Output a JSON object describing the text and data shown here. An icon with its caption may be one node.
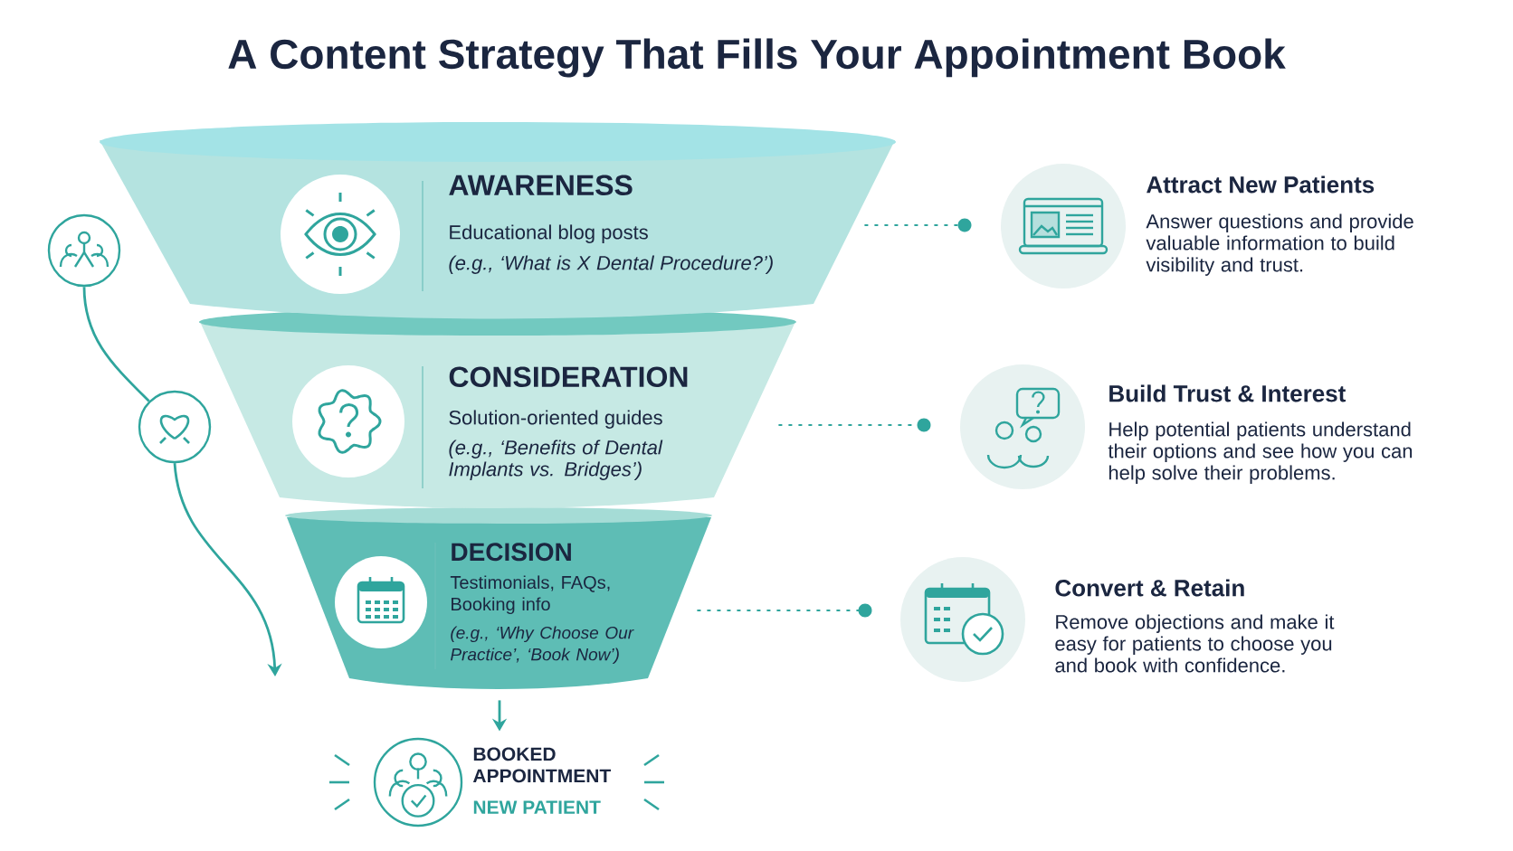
{
  "diagram": {
    "title": "A Content Strategy That Fills Your Appointment Book",
    "nodes": [
      {
        "text": [
          "AWARENESS",
          "Educational blog posts",
          "(e.g., ‘What is X Dental Procedure?’)"
        ]
      },
      {
        "text": [
          "CONSIDERATION",
          "Solution-oriented guides",
          "(e.g., ‘Benefits of Dental Implants vs. Bridges’)"
        ]
      },
      {
        "text": [
          "DECISION",
          "Testimonials, FAQs, Booking info",
          "(e.g., ‘Why Choose Our Practice’, ‘Book Now’)"
        ]
      },
      {
        "text": [
          "BOOKED APPOINTMENT",
          "NEW PATIENT"
        ]
      },
      {
        "text": [
          "Attract New Patients",
          "Answer questions and provide valuable information to build visibility and trust."
        ]
      },
      {
        "text": [
          "Build Trust & Interest",
          "Help potential patients understand their options and see how you can help solve their problems."
        ]
      },
      {
        "text": [
          "Convert & Retain",
          "Remove objections and make it easy for patients to choose you and book with confidence."
        ]
      },
      {
        "text": [],
        "shape": "circle"
      },
      {
        "text": [],
        "shape": "circle"
      }
    ],
    "edges": [
      {
        "from": 7,
        "to": 8,
        "arrow": "none"
      },
      {
        "from": 8,
        "to": null,
        "arrow": "to"
      },
      {
        "from": 0,
        "to": 4,
        "arrow": "other",
        "style": "dashed"
      },
      {
        "from": 1,
        "to": 5,
        "arrow": "other",
        "style": "dashed"
      },
      {
        "from": 2,
        "to": 6,
        "arrow": "other",
        "style": "dashed"
      },
      {
        "from": 2,
        "to": 3,
        "arrow": "to"
      }
    ]
  }
}
